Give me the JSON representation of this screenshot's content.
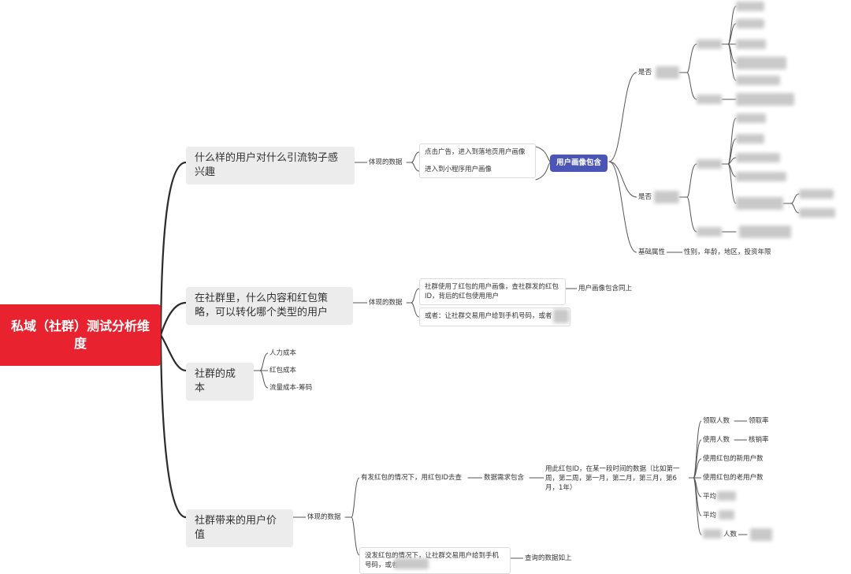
{
  "root": "私域（社群）测试分析维度",
  "branches": {
    "b1": {
      "title": "什么样的用户对什么引流钩子感兴趣",
      "data_label": "体现的数据",
      "items": [
        "点击广告，进入到落地页用户画像",
        "进入到小程序用户画像"
      ],
      "profile_pill": "用户画像包含",
      "profile_groups": [
        "是否",
        "是否"
      ],
      "basic_attr": "基础属性",
      "basic_attr_detail": "性别，年龄，地区，投资年限"
    },
    "b2": {
      "title": "在社群里，什么内容和红包策略，可以转化哪个类型的用户",
      "data_label": "体现的数据",
      "item1": "社群使用了红包的用户画像，查社群发的红包ID，背后的红包使用用户",
      "item1_result": "用户画像包含同上",
      "item2": "或者：让社群交易用户给到手机号码，或者"
    },
    "b3": {
      "title": "社群的成本",
      "items": [
        "人力成本",
        "红包成本",
        "流量成本-筹码"
      ]
    },
    "b4": {
      "title": "社群带来的用户价值",
      "data_label": "体现的数据",
      "case1": "有发红包的情况下，用红包ID去查",
      "case1_need": "数据需求包含",
      "case1_detail": "用此红包ID，在某一段时间的数据（比如第一周，第二周，第一月，第二月，第三月，第6月，1年）",
      "metrics": [
        "领取人数",
        "使用人数",
        "使用红包的新用户数",
        "使用红包的老用户数",
        "平均",
        "平均",
        "人数"
      ],
      "metric_pairs": [
        "领取率",
        "核销率"
      ],
      "case2": "没发红包的情况下，让社群交易用户给到手机号码，或者",
      "case2_result": "查询的数据如上"
    }
  }
}
